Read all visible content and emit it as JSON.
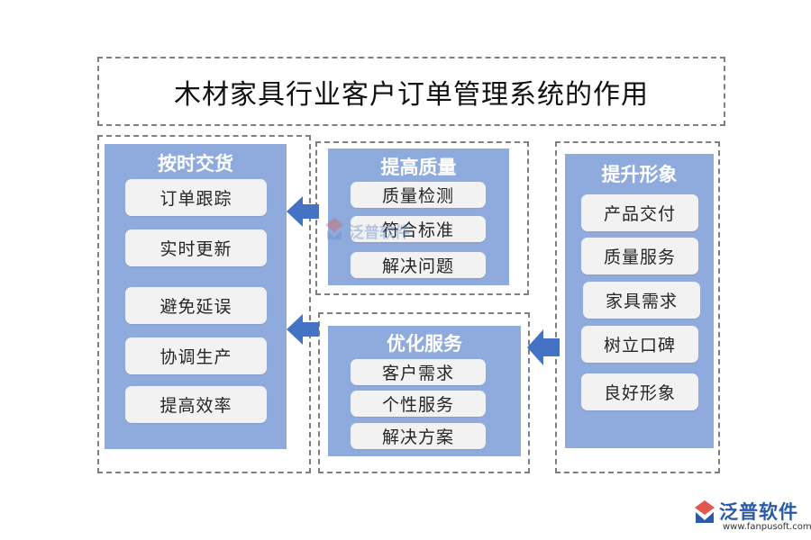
{
  "title": "木材家具行业客户订单管理系统的作用",
  "columns": {
    "left": {
      "heading": "按时交货",
      "items": [
        "订单跟踪",
        "实时更新",
        "避免延误",
        "协调生产",
        "提高效率"
      ]
    },
    "middle_top": {
      "heading": "提高质量",
      "items": [
        "质量检测",
        "符合标准",
        "解决问题"
      ]
    },
    "middle_bottom": {
      "heading": "优化服务",
      "items": [
        "客户需求",
        "个性服务",
        "解决方案"
      ]
    },
    "right": {
      "heading": "提升形象",
      "items": [
        "产品交付",
        "质量服务",
        "家具需求",
        "树立口碑",
        "良好形象"
      ]
    }
  },
  "watermark": "泛普软件",
  "logo": {
    "name": "泛普软件",
    "url": "www.fanpusoft.com"
  },
  "colors": {
    "panel": "#8faadc",
    "item": "#f2f2f2",
    "arrow": "#4472c4",
    "border": "#7f7f7f"
  }
}
